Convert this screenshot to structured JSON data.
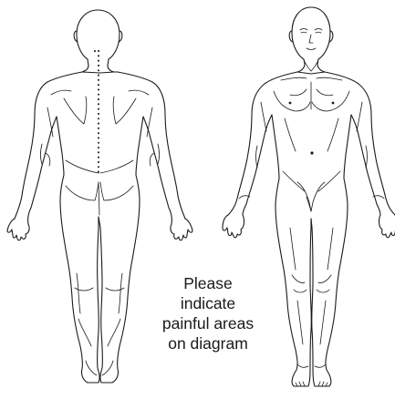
{
  "instruction": {
    "lines": [
      "Please",
      "indicate",
      "painful areas",
      "on diagram"
    ]
  },
  "figures": [
    {
      "view": "back",
      "icon": "body-back-view-icon"
    },
    {
      "view": "front",
      "icon": "body-front-view-icon"
    }
  ]
}
